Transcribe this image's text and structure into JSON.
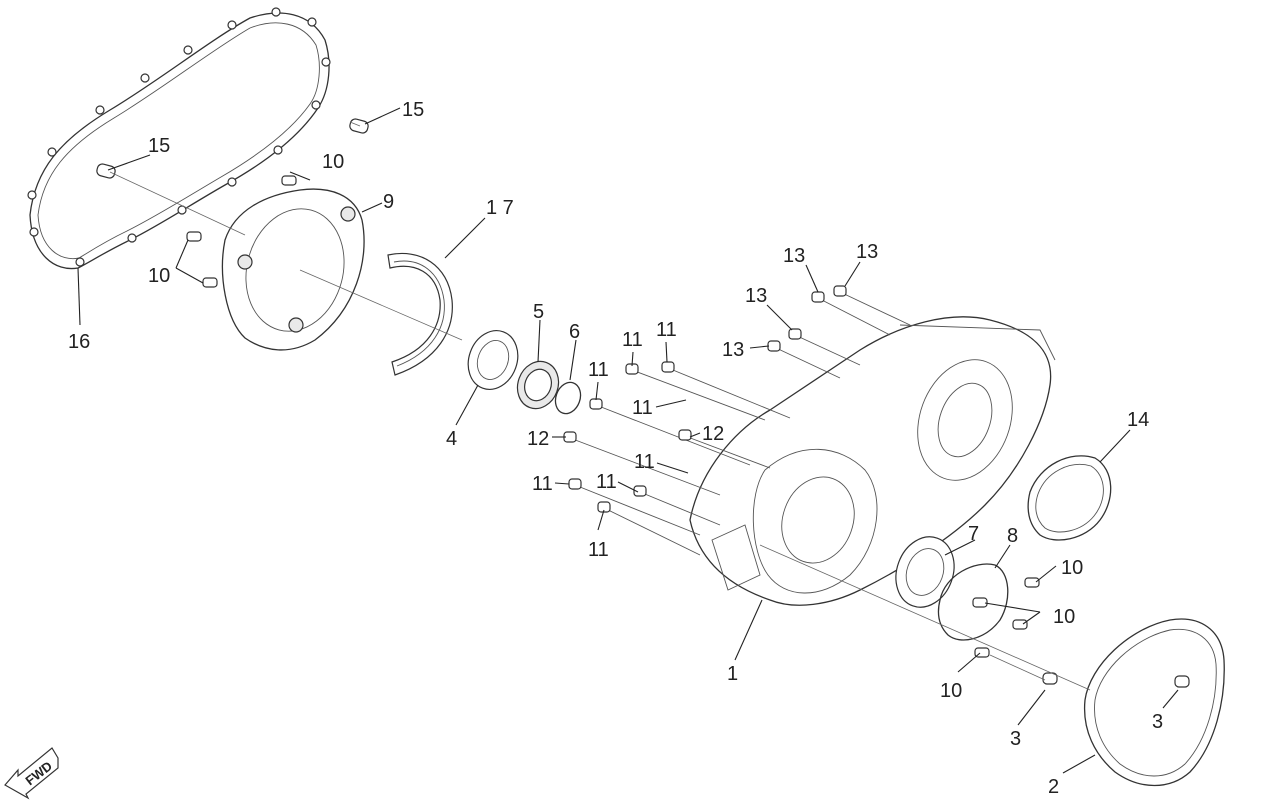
{
  "callouts": [
    {
      "id": "c1",
      "text": "1"
    },
    {
      "id": "c2",
      "text": "2"
    },
    {
      "id": "c3a",
      "text": "3"
    },
    {
      "id": "c3b",
      "text": "3"
    },
    {
      "id": "c4",
      "text": "4"
    },
    {
      "id": "c5",
      "text": "5"
    },
    {
      "id": "c6",
      "text": "6"
    },
    {
      "id": "c7",
      "text": "7"
    },
    {
      "id": "c8",
      "text": "8"
    },
    {
      "id": "c9",
      "text": "9"
    },
    {
      "id": "c10a",
      "text": "10"
    },
    {
      "id": "c10b",
      "text": "10"
    },
    {
      "id": "c10c",
      "text": "10"
    },
    {
      "id": "c10d",
      "text": "10"
    },
    {
      "id": "c10e",
      "text": "10"
    },
    {
      "id": "c11a",
      "text": "11"
    },
    {
      "id": "c11b",
      "text": "11"
    },
    {
      "id": "c11c",
      "text": "11"
    },
    {
      "id": "c11d",
      "text": "11"
    },
    {
      "id": "c11e",
      "text": "11"
    },
    {
      "id": "c11f",
      "text": "11"
    },
    {
      "id": "c11g",
      "text": "11"
    },
    {
      "id": "c11h",
      "text": "11"
    },
    {
      "id": "c12a",
      "text": "12"
    },
    {
      "id": "c12b",
      "text": "12"
    },
    {
      "id": "c13a",
      "text": "13"
    },
    {
      "id": "c13b",
      "text": "13"
    },
    {
      "id": "c13c",
      "text": "13"
    },
    {
      "id": "c13d",
      "text": "13"
    },
    {
      "id": "c14",
      "text": "14"
    },
    {
      "id": "c15a",
      "text": "15"
    },
    {
      "id": "c15b",
      "text": "15"
    },
    {
      "id": "c16",
      "text": "16"
    },
    {
      "id": "c17",
      "text": "1 7"
    }
  ],
  "fwd_label": "FWD"
}
